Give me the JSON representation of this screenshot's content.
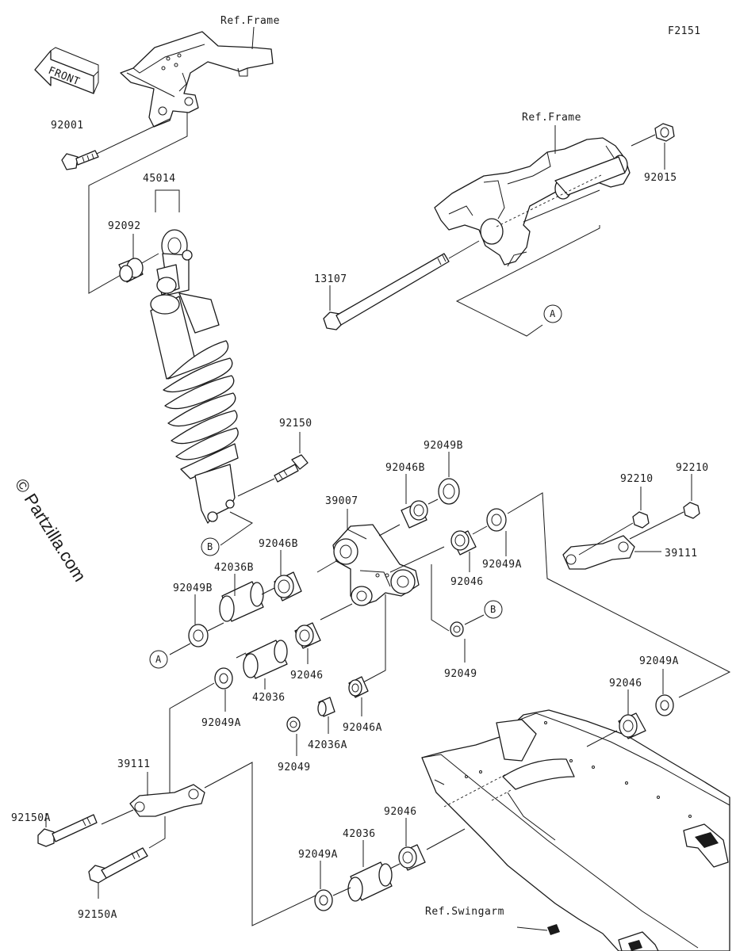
{
  "diagram_code": "F2151",
  "front_indicator": "FRONT",
  "watermark": "© Partzilla.com",
  "references": {
    "frame_top": "Ref.Frame",
    "frame_right": "Ref.Frame",
    "swingarm": "Ref.Swingarm"
  },
  "callouts": {
    "a": "A",
    "b": "B"
  },
  "parts": {
    "p92001": "92001",
    "p45014": "45014",
    "p92092": "92092",
    "p92015": "92015",
    "p13107": "13107",
    "p92150": "92150",
    "p92049B_top": "92049B",
    "p92046B_top": "92046B",
    "p39007": "39007",
    "p92046B_left": "92046B",
    "p42036B": "42036B",
    "p92049B_left": "92049B",
    "p92210_a": "92210",
    "p92210_b": "92210",
    "p39111_right": "39111",
    "p92049A_mid": "92049A",
    "p92046_mid": "92046",
    "p92046_center": "92046",
    "p42036_center": "42036",
    "p92049_mid": "92049",
    "p92049A_left": "92049A",
    "p92046A": "92046A",
    "p42036A": "42036A",
    "p92049_low": "92049",
    "p39111_left": "39111",
    "p92049A_right": "92049A",
    "p92046_right": "92046",
    "p92150A_top": "92150A",
    "p92046_low": "92046",
    "p42036_low": "42036",
    "p92049A_low": "92049A",
    "p92150A_bottom": "92150A"
  }
}
